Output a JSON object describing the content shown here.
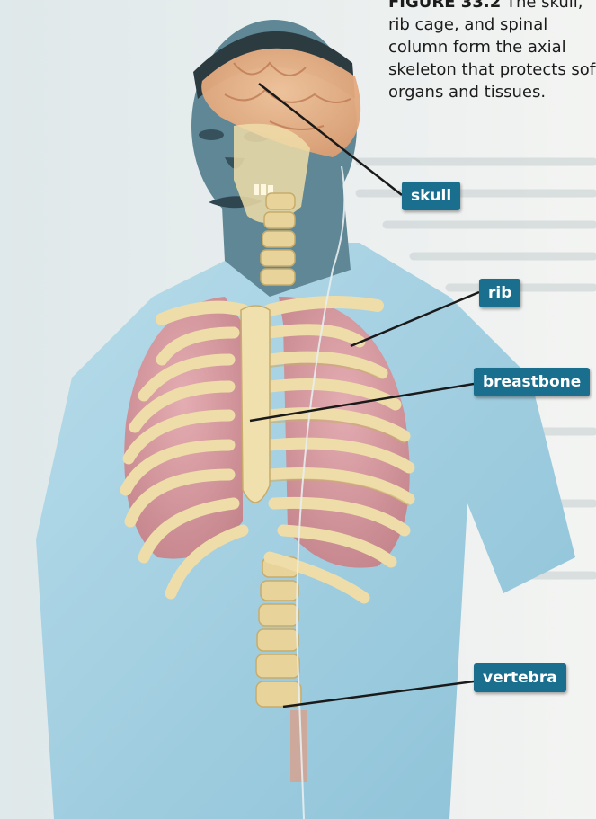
{
  "caption": {
    "figure": "FIGURE 33.2",
    "text": "The skull, rib cage, and spinal column form the axial skeleton that protects soft organs and tissues."
  },
  "labels": {
    "skull": "skull",
    "rib": "rib",
    "breastbone": "breastbone",
    "vertebra": "vertebra"
  },
  "colors": {
    "label_bg": "#1a6f8f",
    "leader_line": "#1a1a1a",
    "shirt": "#9fcde0",
    "skin": "#5f8796",
    "bone": "#eedda8",
    "lung": "#d88e93"
  }
}
